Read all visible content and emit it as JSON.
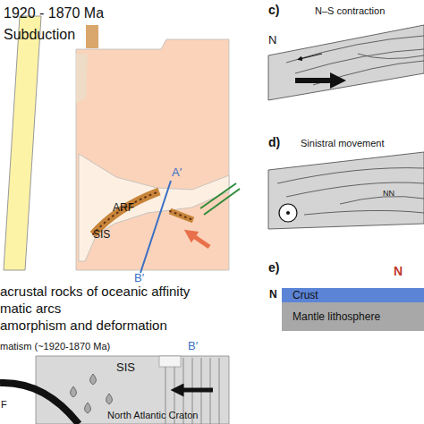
{
  "diagram": {
    "title": "1920 - 1870 Ma Subduction",
    "nodes": [
      {
        "text": [
          "Crust"
        ]
      },
      {
        "text": [
          "Mantle lithosphere"
        ]
      }
    ],
    "labels": [
      "A′",
      "ARF",
      "SIS",
      "B′",
      "acrustal rocks of oceanic affinity",
      "matic arcs",
      "amorphism and deformation",
      "matism (~1920-1870 Ma)",
      "B′",
      "SIS",
      "North Atlantic Craton",
      "F",
      "c)",
      "N–S contraction",
      "N",
      "d)",
      "Sinistral movement",
      "NN",
      "e)",
      "N",
      "N"
    ]
  }
}
